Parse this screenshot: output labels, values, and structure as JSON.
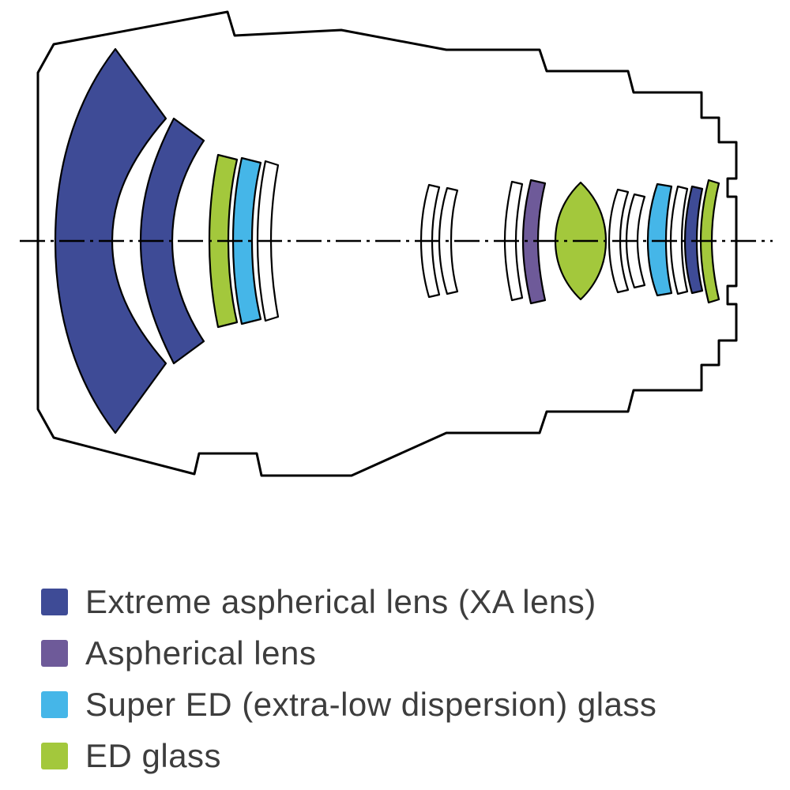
{
  "diagram": {
    "name": "Lens construction cross-section diagram",
    "colors": {
      "xa_lens": "#3e4b96",
      "aspherical_lens": "#6e5a99",
      "super_ed_glass": "#45b6e8",
      "ed_glass": "#a3c83c",
      "standard_glass": "#ffffff",
      "outline": "#000000"
    },
    "elements": [
      {
        "index": 1,
        "type": "Extreme aspherical lens (XA lens)"
      },
      {
        "index": 2,
        "type": "Extreme aspherical lens (XA lens)"
      },
      {
        "index": 3,
        "type": "ED glass"
      },
      {
        "index": 4,
        "type": "Super ED (extra-low dispersion) glass"
      },
      {
        "index": 5,
        "type": "standard glass"
      },
      {
        "index": 6,
        "type": "standard glass"
      },
      {
        "index": 7,
        "type": "standard glass"
      },
      {
        "index": 8,
        "type": "standard glass"
      },
      {
        "index": 9,
        "type": "Aspherical lens"
      },
      {
        "index": 10,
        "type": "ED glass"
      },
      {
        "index": 11,
        "type": "standard glass"
      },
      {
        "index": 12,
        "type": "standard glass"
      },
      {
        "index": 13,
        "type": "Super ED (extra-low dispersion) glass"
      },
      {
        "index": 14,
        "type": "standard glass"
      },
      {
        "index": 15,
        "type": "Extreme aspherical lens (XA lens)"
      },
      {
        "index": 16,
        "type": "ED glass"
      }
    ]
  },
  "legend": {
    "items": [
      {
        "label": "Extreme aspherical lens (XA lens)",
        "color": "#3e4b96"
      },
      {
        "label": "Aspherical lens",
        "color": "#6e5a99"
      },
      {
        "label": "Super ED (extra-low dispersion) glass",
        "color": "#45b6e8"
      },
      {
        "label": "ED glass",
        "color": "#a3c83c"
      }
    ]
  }
}
